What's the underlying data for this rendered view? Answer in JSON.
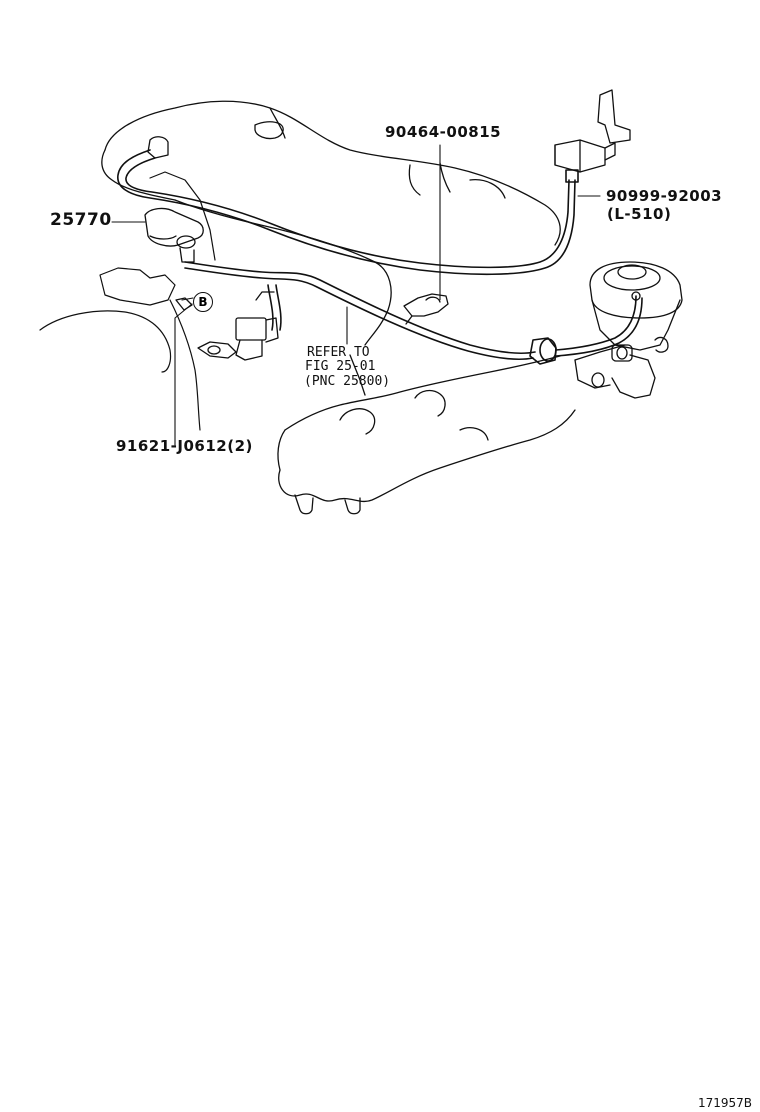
{
  "diagram": {
    "callouts": {
      "vsv": "25770",
      "clamp": "90464-00815",
      "hose_part": "90999-92003",
      "hose_length": "(L-510)",
      "bolt": "91621-J0612(2)",
      "ref_line1": "REFER TO",
      "ref_line2": "FIG 25-01",
      "ref_line3": "(PNC 25800)",
      "badge": "B"
    },
    "illustration_id": "171957B"
  }
}
